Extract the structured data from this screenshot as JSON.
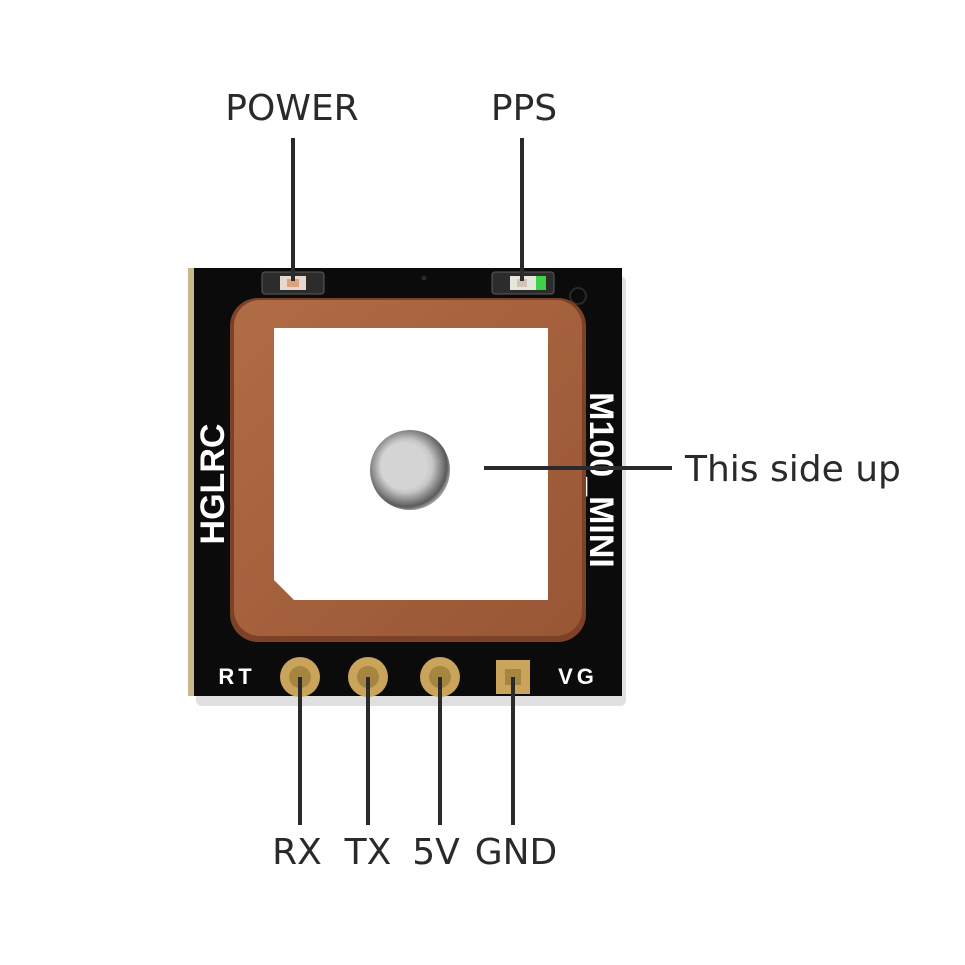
{
  "module": {
    "brand": "HGLRC",
    "model": "M100_MINI",
    "silk_left": "RT",
    "silk_right": "VG"
  },
  "callouts": {
    "power": "POWER",
    "pps": "PPS",
    "orientation": "This side up"
  },
  "pins": [
    {
      "label": "RX",
      "pad": "round"
    },
    {
      "label": "TX",
      "pad": "round"
    },
    {
      "label": "5V",
      "pad": "round"
    },
    {
      "label": "GND",
      "pad": "square"
    }
  ],
  "colors": {
    "board": "#0b0b0b",
    "board_edge": "#c9b98a",
    "patch": "#a5623e",
    "pad": "#c9a45a",
    "pps_led": "#3fd14a"
  }
}
